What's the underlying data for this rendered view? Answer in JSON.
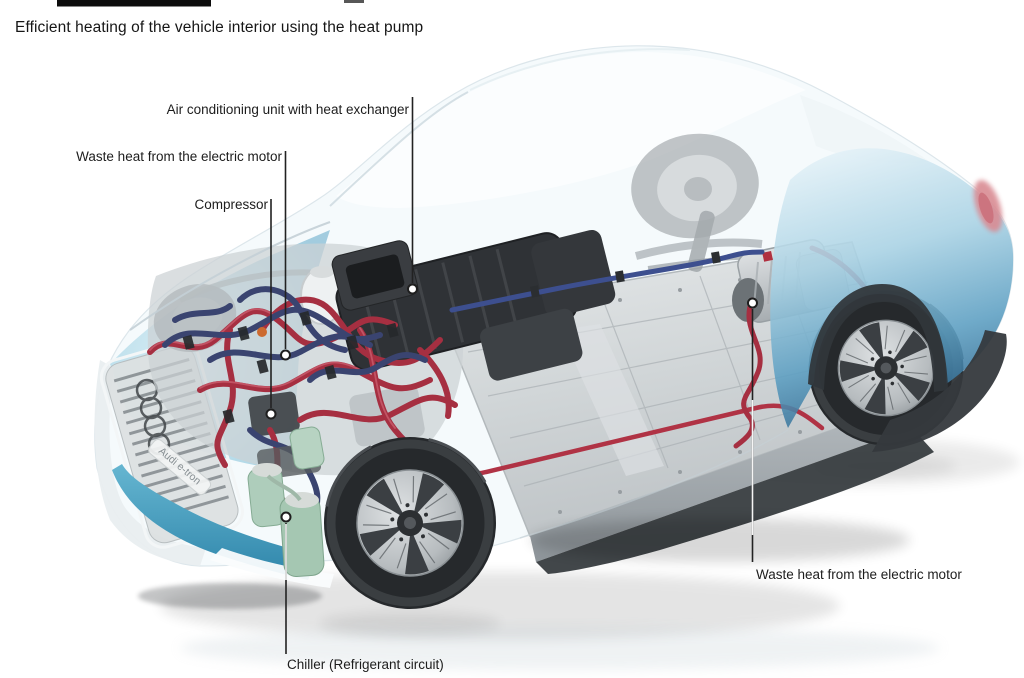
{
  "header": {
    "title": "Efficient heating of the vehicle interior using the heat pump"
  },
  "diagram": {
    "type": "annotated-vehicle-cutaway",
    "subject": "Electric SUV chassis cutaway showing heat pump system",
    "branding_text": "Audi e-tron",
    "callouts": [
      {
        "id": "ac-unit",
        "label": "Air conditioning unit with heat exchanger"
      },
      {
        "id": "waste-heat-front",
        "label": "Waste heat from the electric motor"
      },
      {
        "id": "compressor",
        "label": "Compressor"
      },
      {
        "id": "waste-heat-rear",
        "label": "Waste heat from the electric motor"
      },
      {
        "id": "chiller",
        "label": "Chiller (Refrigerant circuit)"
      }
    ],
    "colors": {
      "hot_coolant_red": "#a62f41",
      "cold_coolant_blue": "#3a4470",
      "body_front_cyan": "#7fc2da",
      "body_rear_blue": "#3c7fa6",
      "battery_metal": "#c9cdd0",
      "chiller_green": "#a5c7b2",
      "taillight_red": "#d98b93",
      "leader_line": "#222222"
    }
  }
}
